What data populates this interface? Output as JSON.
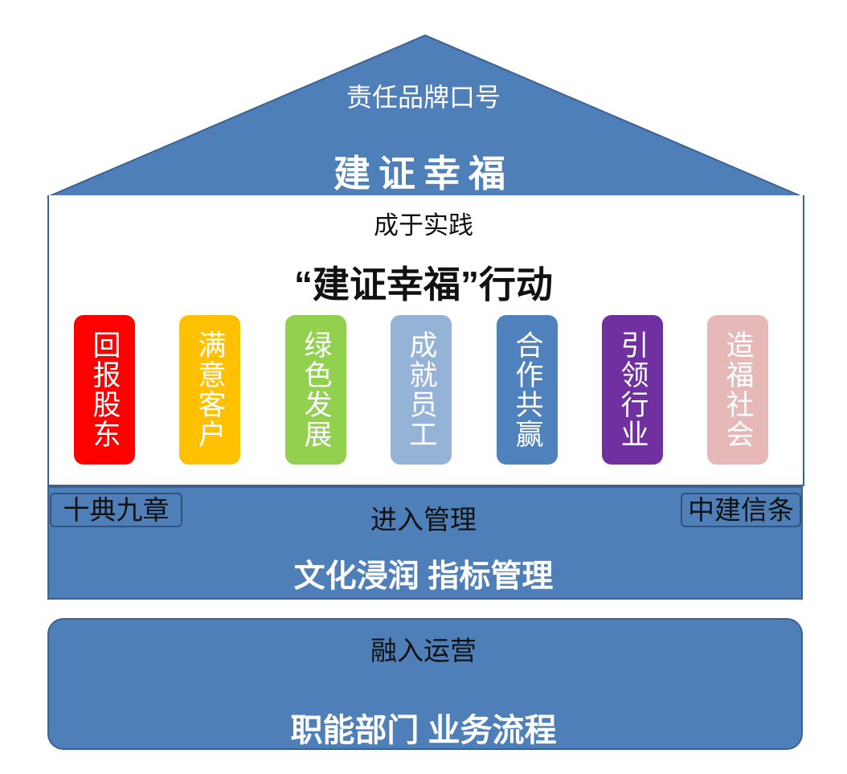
{
  "colors": {
    "structure_fill": "#4e7fb9",
    "structure_border": "#3a6390"
  },
  "roof": {
    "subtitle": "责任品牌口号",
    "title": "建证幸福"
  },
  "body": {
    "subtitle": "成于实践",
    "title": "“建证幸福”行动"
  },
  "pillars": [
    {
      "label": "回报股东",
      "color": "#ff0000"
    },
    {
      "label": "满意客户",
      "color": "#ffc000"
    },
    {
      "label": "绿色发展",
      "color": "#92d050"
    },
    {
      "label": "成就员工",
      "color": "#95b3d7"
    },
    {
      "label": "合作共赢",
      "color": "#4f81bd"
    },
    {
      "label": "引领行业",
      "color": "#7030a0"
    },
    {
      "label": "造福社会",
      "color": "#e6b9b8"
    }
  ],
  "management": {
    "left_tag": "十典九章",
    "right_tag": "中建信条",
    "subtitle": "进入管理",
    "title": "文化浸润 指标管理"
  },
  "operations": {
    "subtitle": "融入运营",
    "title": "职能部门 业务流程"
  }
}
